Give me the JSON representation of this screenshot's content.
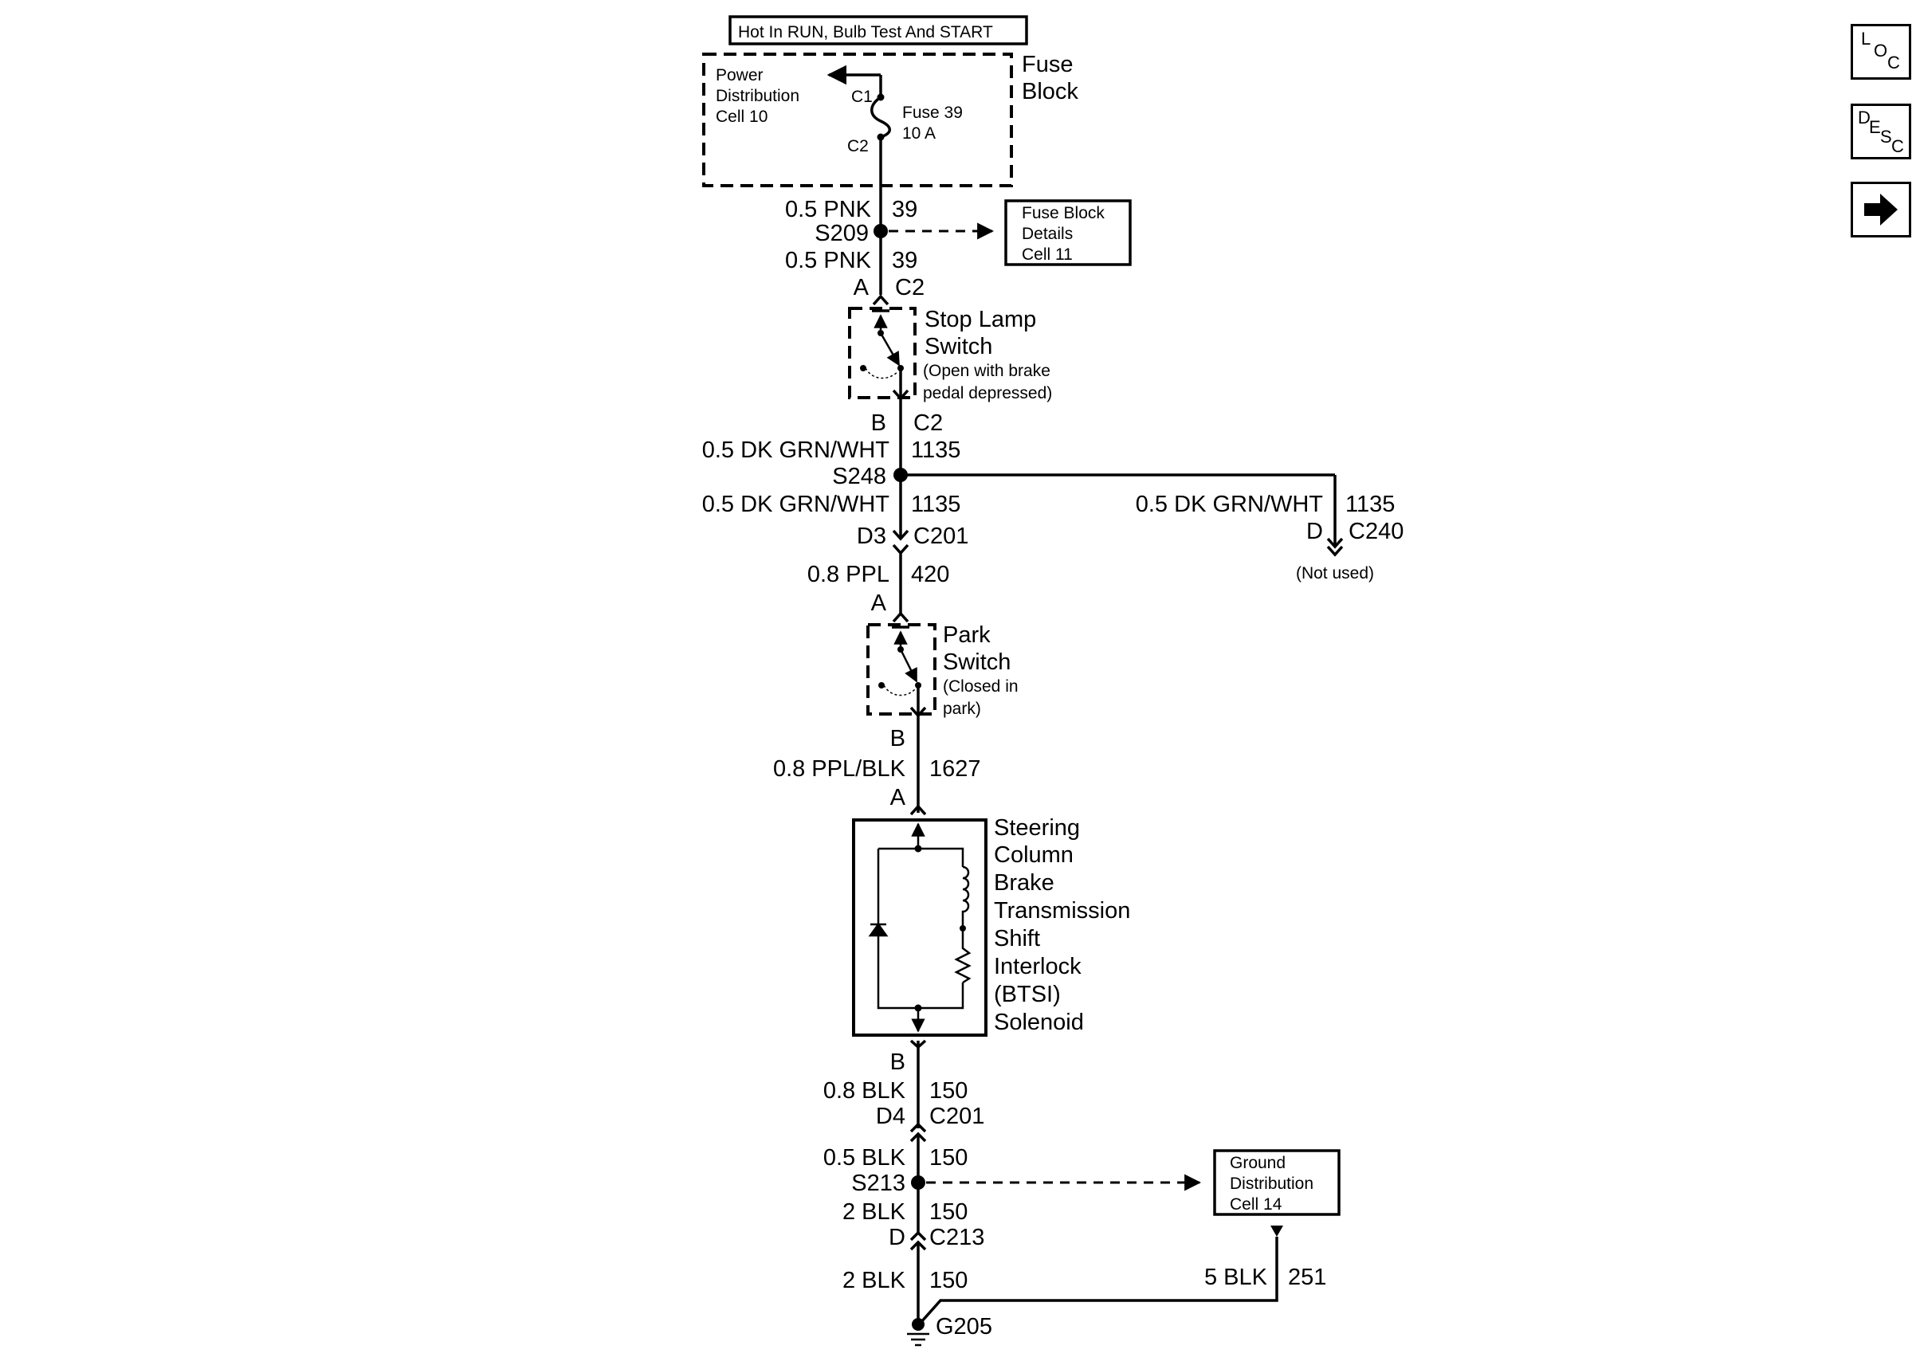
{
  "header": {
    "power_label": "Hot In RUN, Bulb Test And START"
  },
  "fuse_block": {
    "title_line1": "Fuse",
    "title_line2": "Block",
    "power_dist_line1": "Power",
    "power_dist_line2": "Distribution",
    "power_dist_line3": "Cell 10",
    "c1": "C1",
    "c2": "C2",
    "fuse_line1": "Fuse 39",
    "fuse_line2": "10 A"
  },
  "wires": {
    "w1_color": "0.5 PNK",
    "w1_circuit": "39",
    "s209": "S209",
    "w2_color": "0.5 PNK",
    "w2_circuit": "39",
    "stop_top_pin": "A",
    "stop_top_conn": "C2",
    "stop_bot_pin": "B",
    "stop_bot_conn": "C2",
    "w3_color": "0.5 DK GRN/WHT",
    "w3_circuit": "1135",
    "s248": "S248",
    "w4_color": "0.5 DK GRN/WHT",
    "w4_circuit": "1135",
    "c201_pin_d3": "D3",
    "c201_a": "C201",
    "w5_color": "0.8 PPL",
    "w5_circuit": "420",
    "park_top_pin": "A",
    "park_bot_pin": "B",
    "w6_color": "0.8 PPL/BLK",
    "w6_circuit": "1627",
    "sol_top_pin": "A",
    "sol_bot_pin": "B",
    "w7_color": "0.8 BLK",
    "w7_circuit": "150",
    "c201_pin_d4": "D4",
    "c201_b": "C201",
    "w8_color": "0.5 BLK",
    "w8_circuit": "150",
    "s213": "S213",
    "w9_color": "2 BLK",
    "w9_circuit": "150",
    "c213_pin": "D",
    "c213": "C213",
    "w10_color": "2 BLK",
    "w10_circuit": "150",
    "ground": "G205",
    "branch_color": "0.5 DK GRN/WHT",
    "branch_circuit": "1135",
    "c240_pin": "D",
    "c240": "C240",
    "not_used": "(Not used)",
    "gnd_color": "5 BLK",
    "gnd_circuit": "251"
  },
  "fuse_details": {
    "line1": "Fuse Block",
    "line2": "Details",
    "line3": "Cell 11"
  },
  "ground_dist": {
    "line1": "Ground",
    "line2": "Distribution",
    "line3": "Cell 14"
  },
  "stop_switch": {
    "line1": "Stop Lamp",
    "line2": "Switch",
    "note1": "(Open with brake",
    "note2": "pedal depressed)"
  },
  "park_switch": {
    "line1": "Park",
    "line2": "Switch",
    "note1": "(Closed in",
    "note2": "park)"
  },
  "solenoid": {
    "line1": "Steering",
    "line2": "Column",
    "line3": "Brake",
    "line4": "Transmission",
    "line5": "Shift",
    "line6": "Interlock",
    "line7": "(BTSI)",
    "line8": "Solenoid"
  },
  "nav": {
    "loc": [
      "L",
      "O",
      "C"
    ],
    "desc": [
      "D",
      "E",
      "S",
      "C"
    ],
    "next_icon": "right-arrow-icon"
  }
}
